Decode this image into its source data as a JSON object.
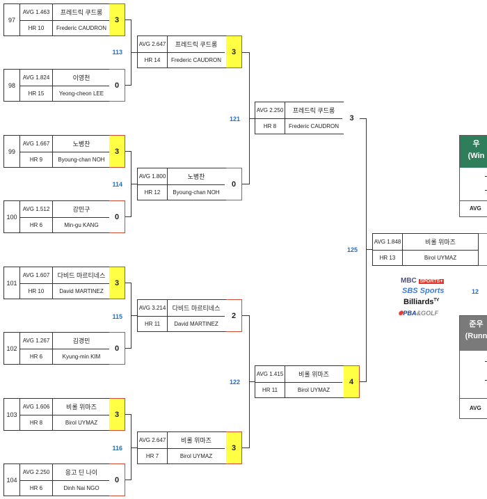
{
  "round1": [
    {
      "num": "97",
      "avg": "AVG 1.463",
      "hr": "HR 10",
      "kor": "프레드릭 쿠드롱",
      "eng": "Frederic CAUDRON",
      "score": "3",
      "win": true
    },
    {
      "num": "98",
      "avg": "AVG 1.824",
      "hr": "HR 15",
      "kor": "이영천",
      "eng": "Yeong-cheon LEE",
      "score": "0",
      "win": false
    },
    {
      "num": "99",
      "avg": "AVG 1.667",
      "hr": "HR 9",
      "kor": "노병찬",
      "eng": "Byoung-chan NOH",
      "score": "3",
      "win": true
    },
    {
      "num": "100",
      "avg": "AVG 1.512",
      "hr": "HR 6",
      "kor": "강민구",
      "eng": "Min-gu KANG",
      "score": "0",
      "win": false
    },
    {
      "num": "101",
      "avg": "AVG 1.607",
      "hr": "HR 10",
      "kor": "다비드 마르티네스",
      "eng": "David MARTINEZ",
      "score": "3",
      "win": true
    },
    {
      "num": "102",
      "avg": "AVG 1.267",
      "hr": "HR 6",
      "kor": "김경민",
      "eng": "Kyung-min KIM",
      "score": "0",
      "win": false
    },
    {
      "num": "103",
      "avg": "AVG 1.606",
      "hr": "HR 8",
      "kor": "비롤 위마즈",
      "eng": "Birol UYMAZ",
      "score": "3",
      "win": true
    },
    {
      "num": "104",
      "avg": "AVG 2.250",
      "hr": "HR 6",
      "kor": "응고 딘 나이",
      "eng": "Dinh Nai NGO",
      "score": "0",
      "win": false
    }
  ],
  "round2": [
    {
      "avg": "AVG 2.647",
      "hr": "HR 14",
      "kor": "프레드릭 쿠드롱",
      "eng": "Frederic CAUDRON",
      "score": "3",
      "win": true
    },
    {
      "avg": "AVG 1.800",
      "hr": "HR 12",
      "kor": "노병찬",
      "eng": "Byoung-chan NOH",
      "score": "0",
      "win": false
    },
    {
      "avg": "AVG 3.214",
      "hr": "HR 11",
      "kor": "다비드 마르티네스",
      "eng": "David MARTINEZ",
      "score": "2",
      "win": false
    },
    {
      "avg": "AVG 2.647",
      "hr": "HR 7",
      "kor": "비롤 위마즈",
      "eng": "Birol UYMAZ",
      "score": "3",
      "win": true
    }
  ],
  "round3": [
    {
      "avg": "AVG 2.250",
      "hr": "HR 8",
      "kor": "프레드릭 쿠드롱",
      "eng": "Frederic CAUDRON",
      "score": "3",
      "win": false
    },
    {
      "avg": "AVG 1.415",
      "hr": "HR 11",
      "kor": "비롤 위마즈",
      "eng": "Birol UYMAZ",
      "score": "4",
      "win": true
    }
  ],
  "round4": [
    {
      "avg": "AVG 1.848",
      "hr": "HR 13",
      "kor": "비롤 위마즈",
      "eng": "Birol UYMAZ"
    }
  ],
  "match_numbers": {
    "m113": "113",
    "m114": "114",
    "m115": "115",
    "m116": "116",
    "m121": "121",
    "m122": "122",
    "m125": "125",
    "m12x": "12"
  },
  "winner_panel": {
    "line1": "우",
    "line2": "(Win",
    "avg": "AVG"
  },
  "runner_panel": {
    "line1": "준우",
    "line2": "(Runn",
    "avg": "AVG"
  },
  "logos": {
    "mbc": "MBC",
    "mbc_sports": "SPORTS+",
    "sbs": "SBS Sports",
    "billiards": "Billiards",
    "tv": "TV",
    "pba": "PBA",
    "golf": "&GOLF"
  },
  "colors": {
    "winner_green": "#2e7d5b",
    "runner_gray": "#7a7a7a",
    "win_yellow": "#ffff44",
    "link_blue": "#2a6db5",
    "score_red": "#d24a2e"
  }
}
